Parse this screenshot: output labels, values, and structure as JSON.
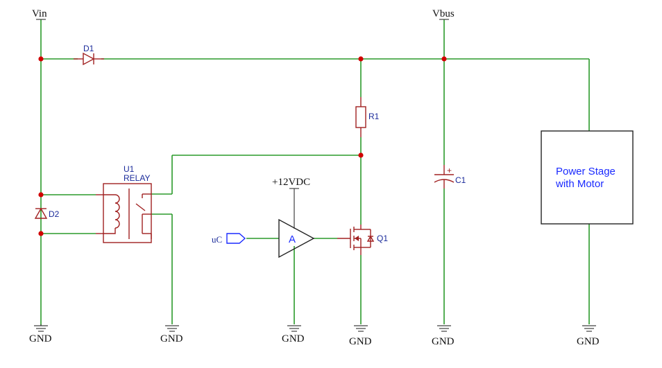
{
  "nets": {
    "vin": "Vin",
    "vbus": "Vbus",
    "v12": "+12VDC",
    "uc": "uC",
    "gnd": [
      "GND",
      "GND",
      "GND",
      "GND",
      "GND",
      "GND"
    ]
  },
  "components": {
    "d1": "D1",
    "d2": "D2",
    "r1": "R1",
    "c1": "C1",
    "q1": "Q1",
    "u1_ref": "U1",
    "u1_value": "RELAY",
    "amp": "A",
    "c1_polarity": "+"
  },
  "power_stage": {
    "line1": "Power Stage",
    "line2": "with Motor"
  },
  "colors": {
    "wire": "#2a9a2a",
    "component": "#a02020",
    "junction": "#d00000",
    "label": "#1a2a9a"
  }
}
